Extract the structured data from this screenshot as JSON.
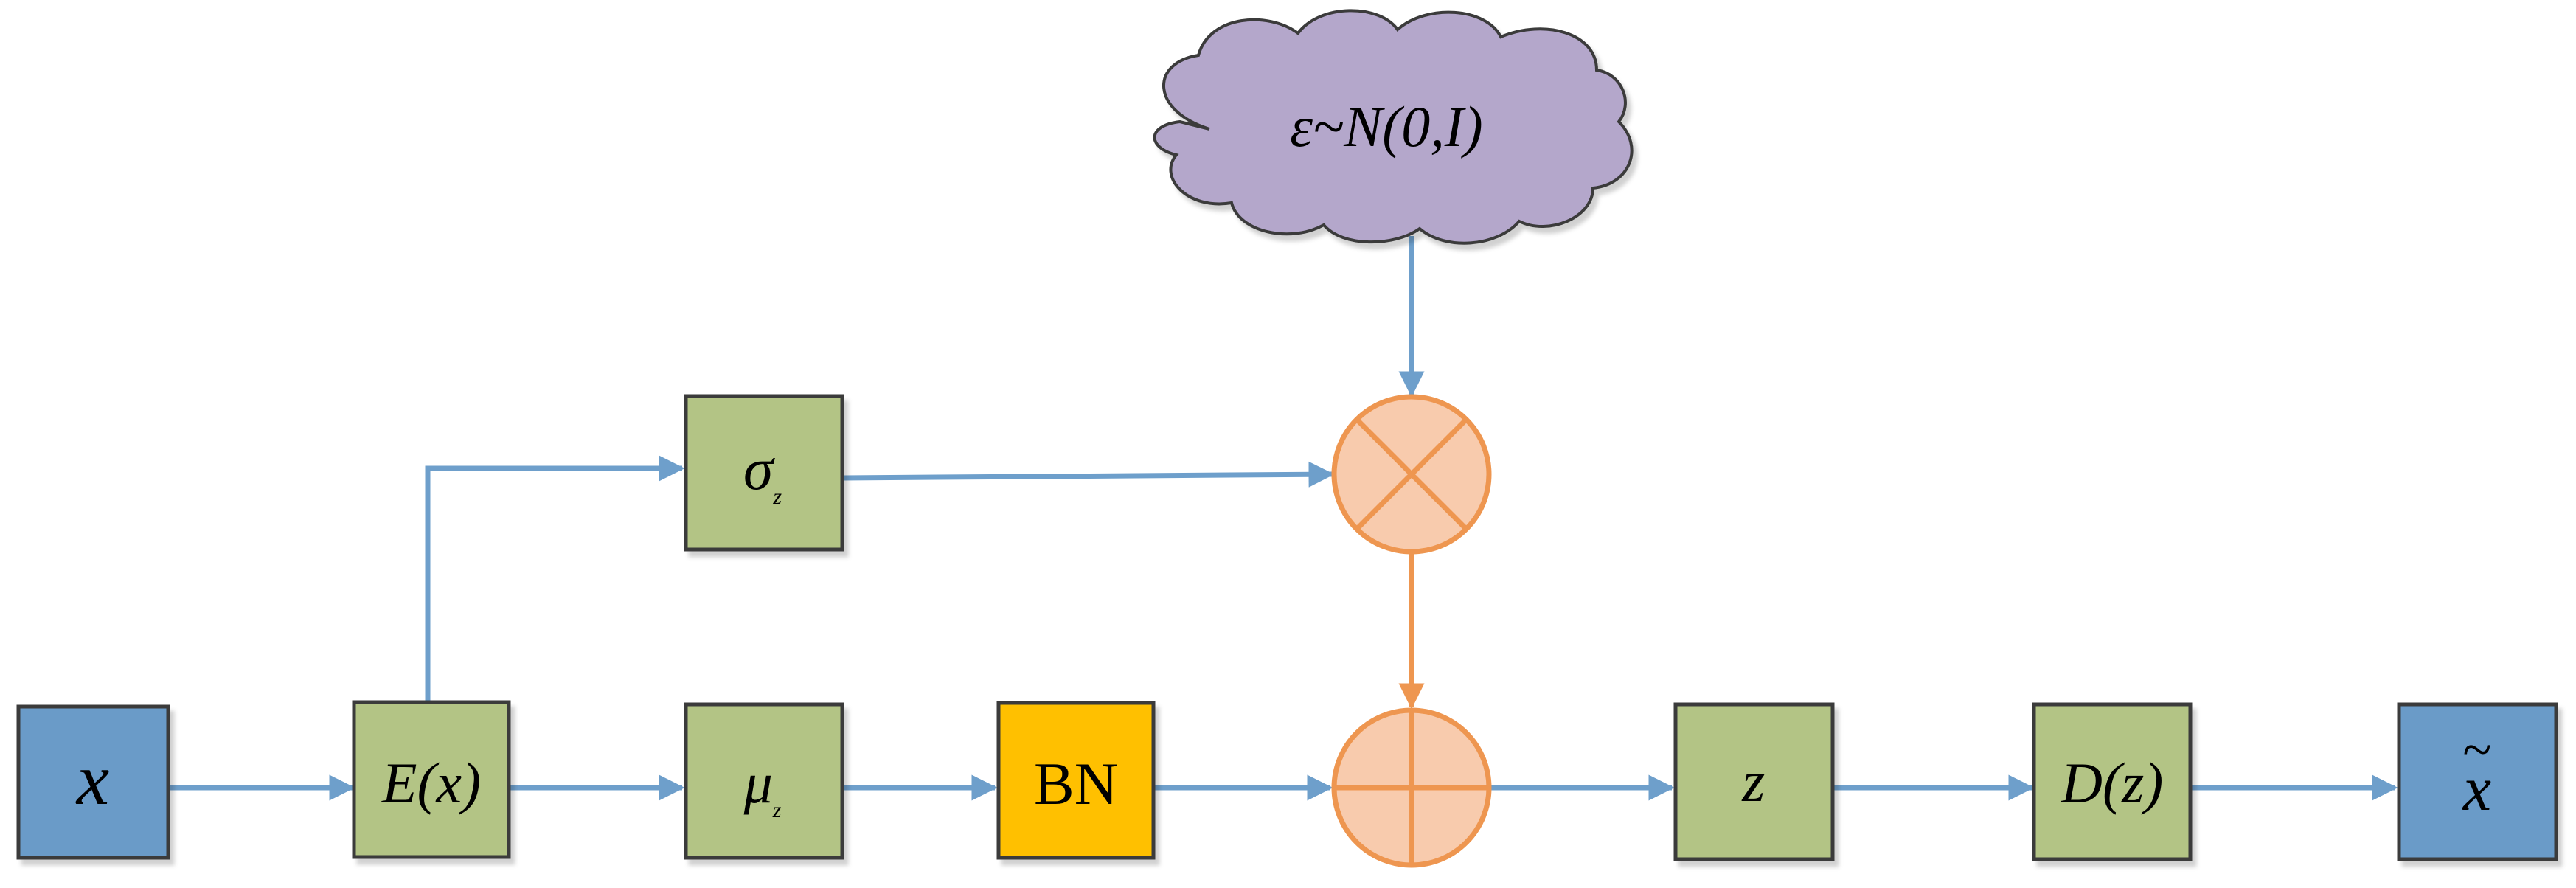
{
  "colors": {
    "blue_box": "#6b9bc8",
    "green_box": "#b3c485",
    "bn_box": "#ffc000",
    "cloud": "#b4a7cb",
    "op_circle": "#f8cbad",
    "op_stroke": "#ee9650",
    "arrow_blue": "#6e9fcb",
    "arrow_orange": "#ee9650",
    "box_stroke": "#3a3a3a"
  },
  "nodes": {
    "x": {
      "label": "x",
      "icon": "input-block"
    },
    "encoder": {
      "label": "E(x)"
    },
    "sigma": {
      "symbol": "σ",
      "subscript": "z"
    },
    "mu": {
      "symbol": "μ",
      "subscript": "z"
    },
    "bn": {
      "label": "BN"
    },
    "noise": {
      "label": "ε~N(0,I)",
      "icon": "cloud"
    },
    "multiply": {
      "icon": "multiply-circle-icon"
    },
    "add": {
      "icon": "add-circle-icon"
    },
    "z": {
      "label": "z"
    },
    "decoder": {
      "label": "D(z)"
    },
    "x_tilde": {
      "label": "x",
      "accent": "~"
    }
  },
  "edges": [
    {
      "from": "x",
      "to": "encoder"
    },
    {
      "from": "encoder",
      "to": "sigma"
    },
    {
      "from": "encoder",
      "to": "mu"
    },
    {
      "from": "mu",
      "to": "bn"
    },
    {
      "from": "bn",
      "to": "add"
    },
    {
      "from": "sigma",
      "to": "multiply"
    },
    {
      "from": "noise",
      "to": "multiply"
    },
    {
      "from": "multiply",
      "to": "add"
    },
    {
      "from": "add",
      "to": "z"
    },
    {
      "from": "z",
      "to": "decoder"
    },
    {
      "from": "decoder",
      "to": "x_tilde"
    }
  ]
}
